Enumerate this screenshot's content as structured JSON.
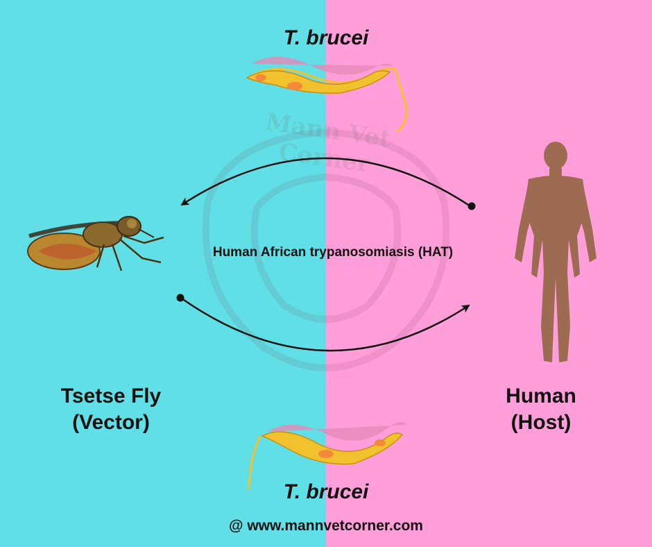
{
  "colors": {
    "left_background": "#60E0E6",
    "right_background": "#FF9ED9",
    "arrow": "#111111",
    "human": "#9C6B52",
    "parasite_body": "#F2C12E",
    "parasite_membrane": "#E58AB8"
  },
  "diagram": {
    "parasite_top_label": "T. brucei",
    "parasite_bottom_label": "T. brucei",
    "disease_label": "Human African trypanosomiasis (HAT)",
    "vector": {
      "name": "Tsetse Fly",
      "role": "(Vector)",
      "icon": "tsetse-fly-icon"
    },
    "host": {
      "name": "Human",
      "role": "(Host)",
      "icon": "human-silhouette-icon"
    },
    "watermark": "Mann Vet Corner",
    "footer": "@ www.mannvetcorner.com"
  }
}
